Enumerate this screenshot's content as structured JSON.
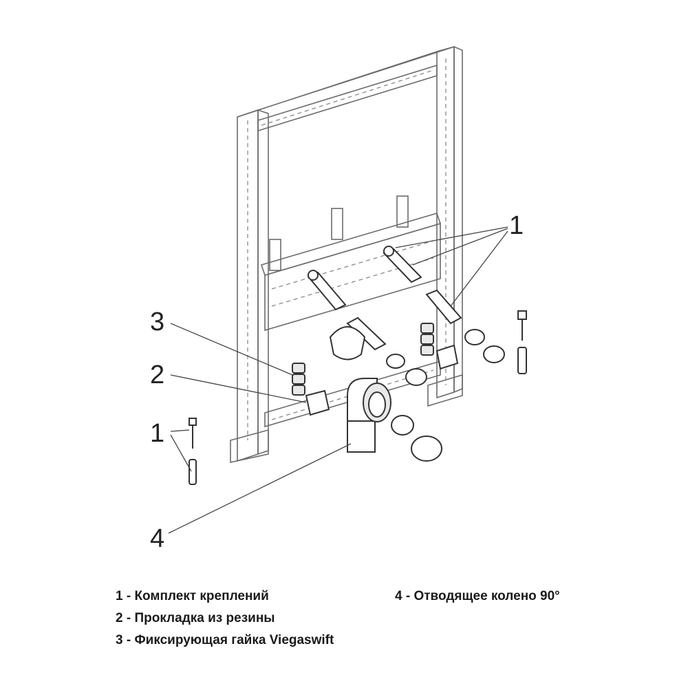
{
  "callouts": {
    "c1_top": "1",
    "c3": "3",
    "c2": "2",
    "c1_left": "1",
    "c4": "4"
  },
  "legend": {
    "item1": "1 - Комплект креплений",
    "item2": "2 - Прокладка из резины",
    "item3": "3 - Фиксирующая гайка Viegaswift",
    "item4": "4 - Отводящее колено 90°"
  }
}
